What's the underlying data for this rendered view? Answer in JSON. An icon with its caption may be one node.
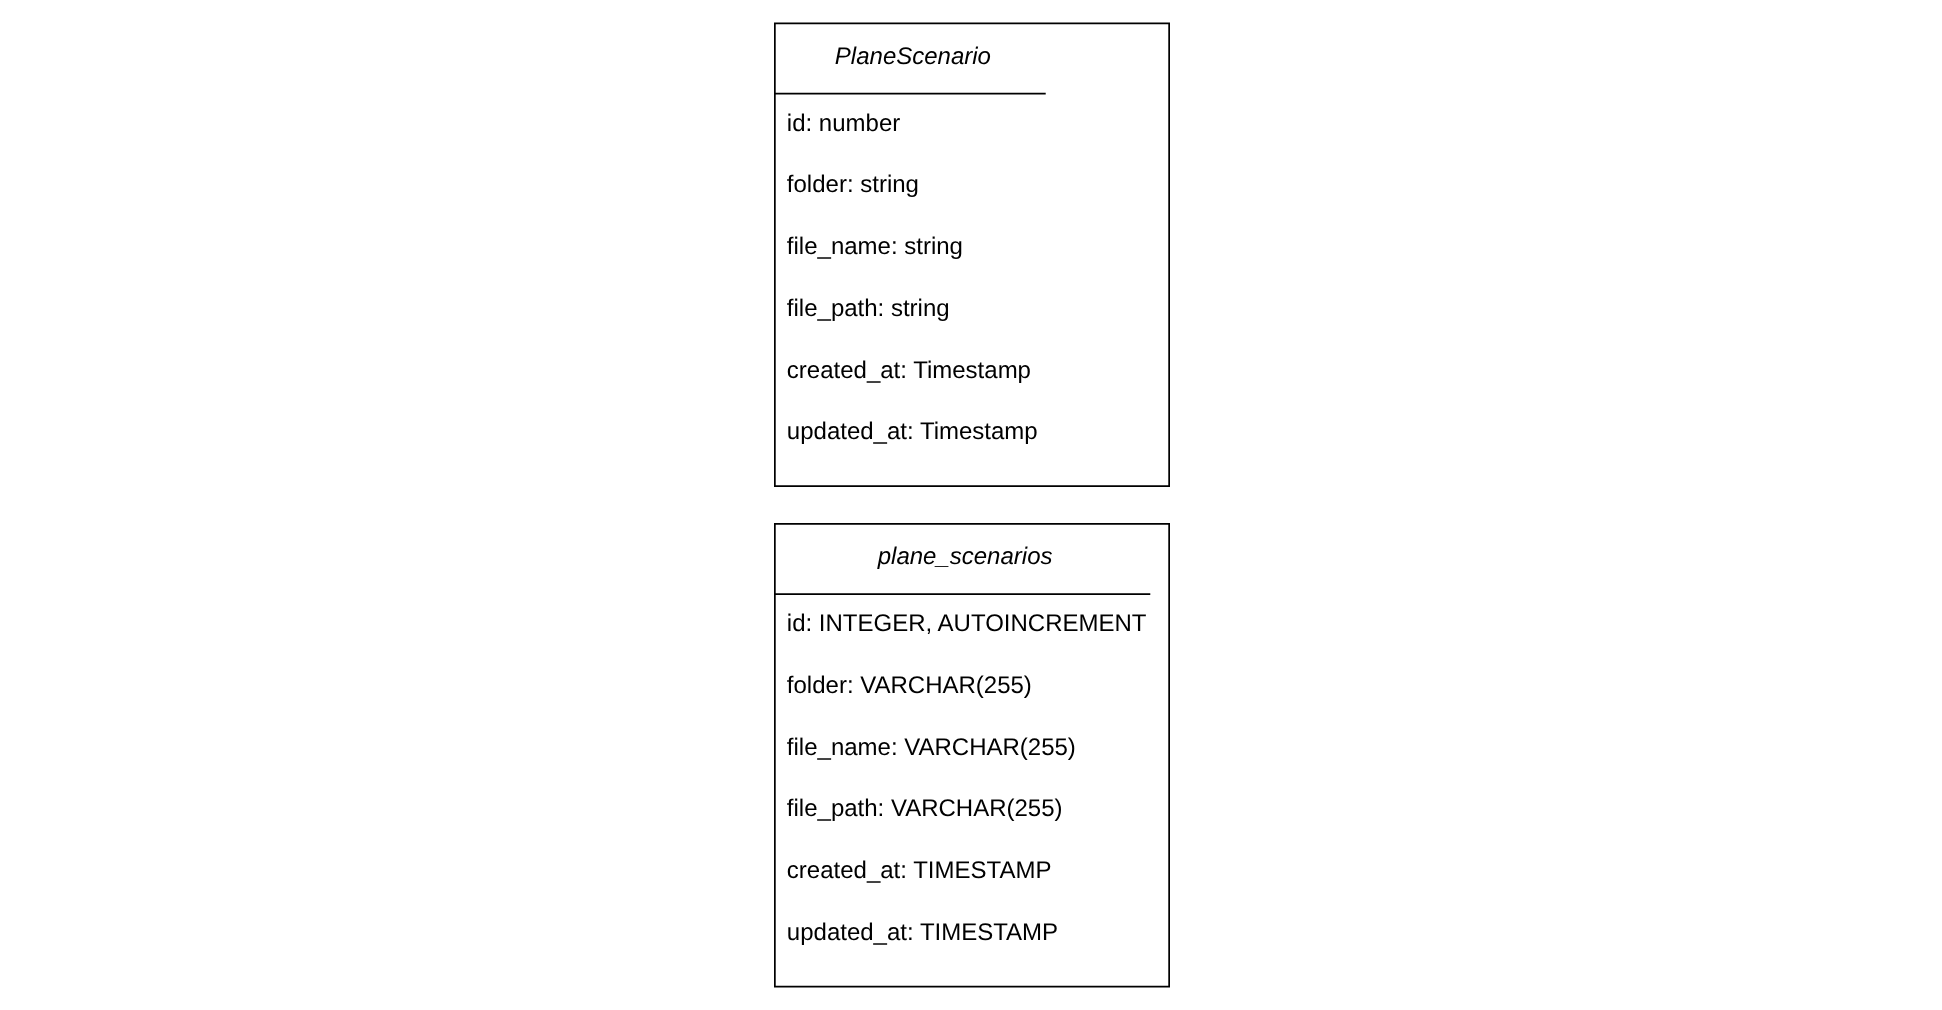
{
  "diagram": {
    "nodes": [
      {
        "text": [
          "PlaneScenario",
          "id: number",
          "folder: string",
          "file_name: string",
          "file_path: string",
          "created_at: Timestamp",
          "updated_at: Timestamp"
        ]
      },
      {
        "text": [
          "plane_scenarios",
          "id: INTEGER, AUTOINCREMENT",
          "folder: VARCHAR(255)",
          "file_name: VARCHAR(255)",
          "file_path: VARCHAR(255)",
          "created_at: TIMESTAMP",
          "updated_at: TIMESTAMP"
        ]
      }
    ]
  }
}
